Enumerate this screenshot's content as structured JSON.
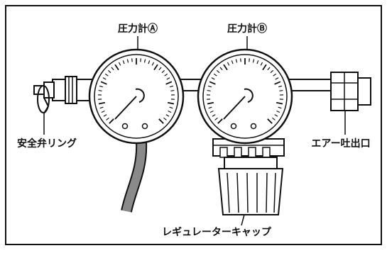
{
  "labels": {
    "gauge_a": "圧力計Ⓐ",
    "gauge_b": "圧力計Ⓑ",
    "safety_valve_ring": "安全弁リング",
    "air_outlet": "エアー吐出口",
    "regulator_cap": "レギュレーターキャップ"
  },
  "colors": {
    "line": "#111111",
    "hose": "#8a8a8a",
    "background": "#ffffff"
  }
}
